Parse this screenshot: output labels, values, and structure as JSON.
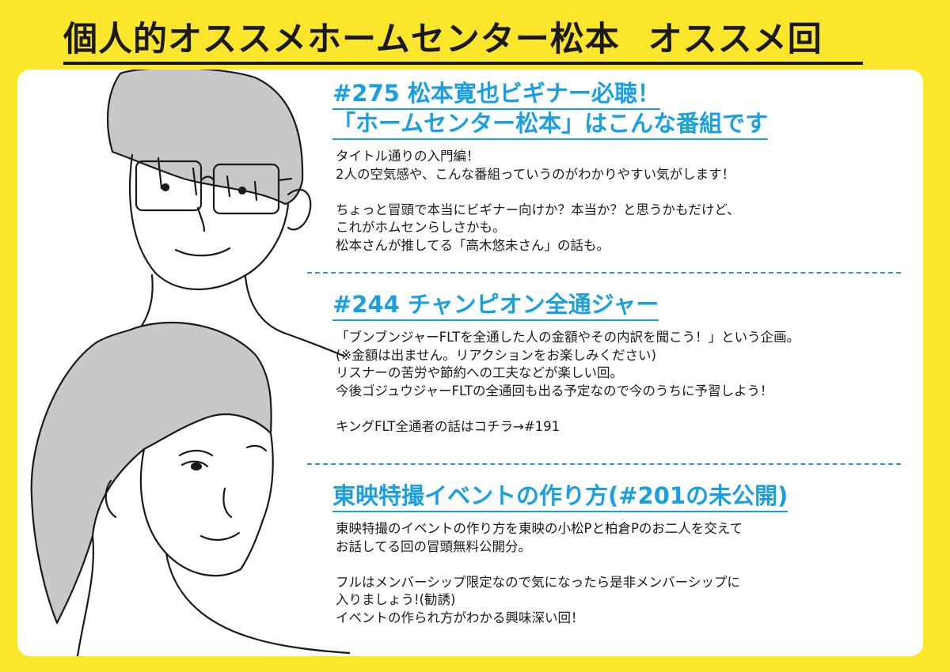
{
  "header": {
    "title_part1": "個人的オススメホームセンター松本",
    "title_part2": "オススメ回"
  },
  "episodes": [
    {
      "title_line1": "#275 松本寛也ビギナー必聴！",
      "title_line2": "「ホームセンター松本」はこんな番組です",
      "lines": [
        "タイトル通りの入門編！",
        "2人の空気感や、こんな番組っていうのがわかりやすい気がします！",
        "",
        "ちょっと冒頭で本当にビギナー向けか？本当か？と思うかもだけど、",
        "これがホムセンらしさかも。",
        "松本さんが推してる「高木悠未さん」の話も。"
      ]
    },
    {
      "title_line1": "#244 チャンピオン全通ジャー",
      "lines": [
        "「ブンブンジャーFLTを全通した人の金額やその内訳を聞こう！」という企画。",
        "(※金額は出ません。リアクションをお楽しみください)",
        "リスナーの苦労や節約への工夫などが楽しい回。",
        "今後ゴジュウジャーFLTの全通回も出る予定なので今のうちに予習しよう！",
        "",
        "キングFLT全通者の話はコチラ→#191"
      ]
    },
    {
      "title_line1": "東映特撮イベントの作り方(#201の未公開)",
      "lines": [
        "東映特撮のイベントの作り方を東映の小松Pと柏倉Pのお二人を交えて",
        "お話してる回の冒頭無料公開分。",
        "",
        "フルはメンバーシップ限定なので気になったら是非メンバーシップに",
        "入りましょう!(勧誘)",
        "イベントの作られ方がわかる興味深い回！"
      ]
    }
  ],
  "colors": {
    "background": "#FCE62B",
    "card": "#FFFFFF",
    "episode_title": "#1AA0E0",
    "divider": "#3B8FD1",
    "text": "#1A1A1A",
    "hair_shade": "#C8C8C8"
  }
}
